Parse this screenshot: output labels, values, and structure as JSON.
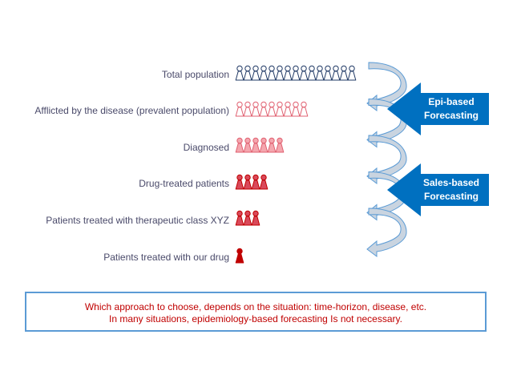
{
  "rows": [
    {
      "label": "Total population",
      "count": 15,
      "style": "outline-navy"
    },
    {
      "label": "Afflicted by the disease (prevalent population)",
      "count": 9,
      "style": "outline-red"
    },
    {
      "label": "Diagnosed",
      "count": 6,
      "style": "pink"
    },
    {
      "label": "Drug-treated patients",
      "count": 4,
      "style": "red"
    },
    {
      "label": "Patients treated with therapeutic class XYZ",
      "count": 3,
      "style": "red"
    },
    {
      "label": "Patients treated with our drug",
      "count": 1,
      "style": "darkred"
    }
  ],
  "arrows": {
    "epi": {
      "line1": "Epi-based",
      "line2": "Forecasting"
    },
    "sales": {
      "line1": "Sales-based",
      "line2": "Forecasting"
    }
  },
  "note": {
    "line1": "Which approach to choose, depends on the situation: time-horizon, disease, etc.",
    "line2": "In many situations, epidemiology-based forecasting Is not necessary."
  },
  "colors": {
    "navy": "#1f3864",
    "outline_red": "#e06070",
    "pink_fill": "#f4a6ae",
    "red_fill": "#d9495a",
    "dark_red": "#c00000",
    "arrow_blue": "#0070c0",
    "curl_fill": "#c9d4e0",
    "curl_stroke": "#5b9bd5"
  }
}
